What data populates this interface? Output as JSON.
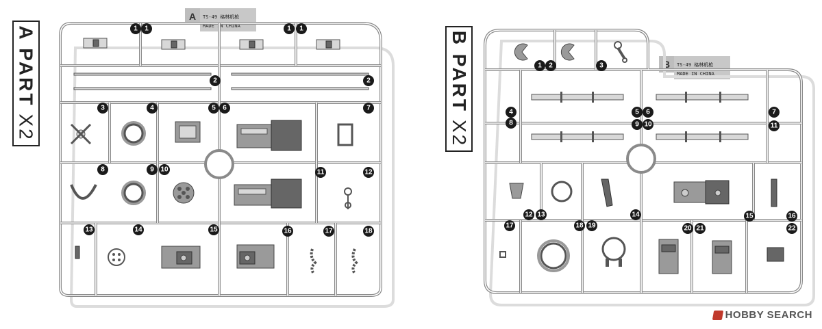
{
  "sheets": [
    {
      "id": "A",
      "part_title": "A PART",
      "multiplier": "X2",
      "tag_letter": "A",
      "tag_code": "TS-49 格林机枪",
      "tag_origin": "MADE IN CHINA",
      "callouts": [
        "1",
        "1",
        "1",
        "1",
        "2",
        "2",
        "3",
        "4",
        "5",
        "6",
        "7",
        "8",
        "9",
        "10",
        "11",
        "12",
        "13",
        "14",
        "15",
        "16",
        "17",
        "18"
      ]
    },
    {
      "id": "B",
      "part_title": "B PART",
      "multiplier": "X2",
      "tag_letter": "B",
      "tag_code": "TS-49 格林机枪",
      "tag_origin": "MADE IN CHINA",
      "callouts": [
        "1",
        "2",
        "3",
        "4",
        "5",
        "6",
        "7",
        "8",
        "9",
        "10",
        "11",
        "12",
        "13",
        "14",
        "15",
        "16",
        "17",
        "18",
        "19",
        "20",
        "21",
        "22"
      ]
    }
  ],
  "watermark": {
    "brand": "HOBBY SEARCH",
    "logo_icon": "hobby-search-logo-icon"
  },
  "colors": {
    "runner": "#8a8a8a",
    "runner_fill": "#ffffff",
    "part_dark": "#6a6a6a",
    "part_mid": "#9a9a9a",
    "callout": "#1a1a1a",
    "tag": "#bdbdbd"
  }
}
